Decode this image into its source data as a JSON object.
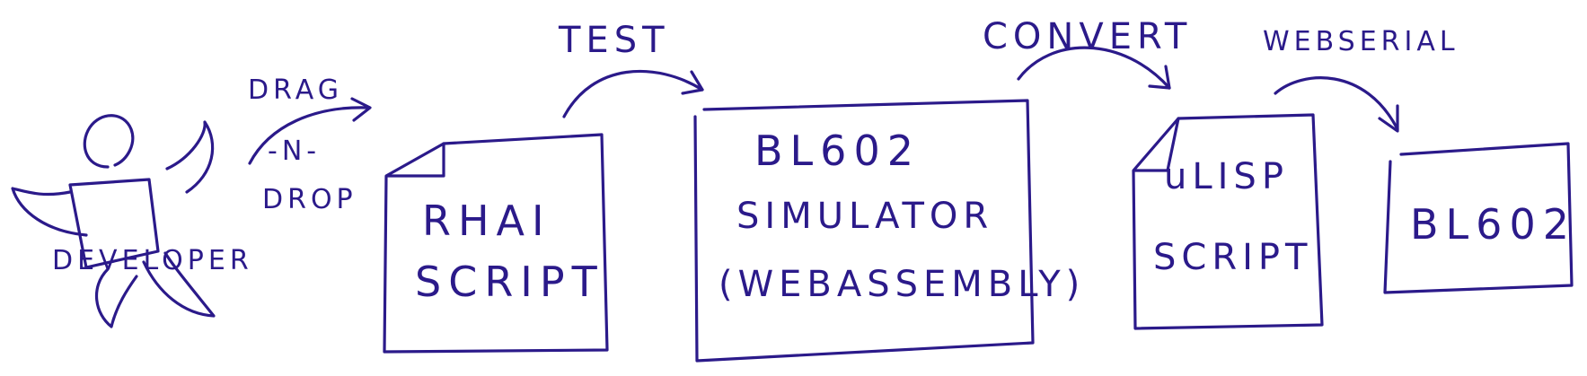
{
  "diagram": {
    "developer_label": "DEVELOPER",
    "arrow_drag_label_top": "DRAG",
    "arrow_drag_label_mid": "-N-",
    "arrow_drag_label_bottom": "DROP",
    "rhai_script_line1": "RHAI",
    "rhai_script_line2": "SCRIPT",
    "arrow_test_label": "TEST",
    "simulator_line1": "BL602",
    "simulator_line2": "SIMULATOR",
    "simulator_line3": "(WEBASSEMBLY)",
    "arrow_convert_label": "CONVERT",
    "ulisp_script_line1": "uLISP",
    "ulisp_script_line2": "SCRIPT",
    "arrow_webserial_label": "WEBSERIAL",
    "device_label": "BL602"
  },
  "colors": {
    "ink": "#2b1a8a",
    "background": "#ffffff"
  }
}
